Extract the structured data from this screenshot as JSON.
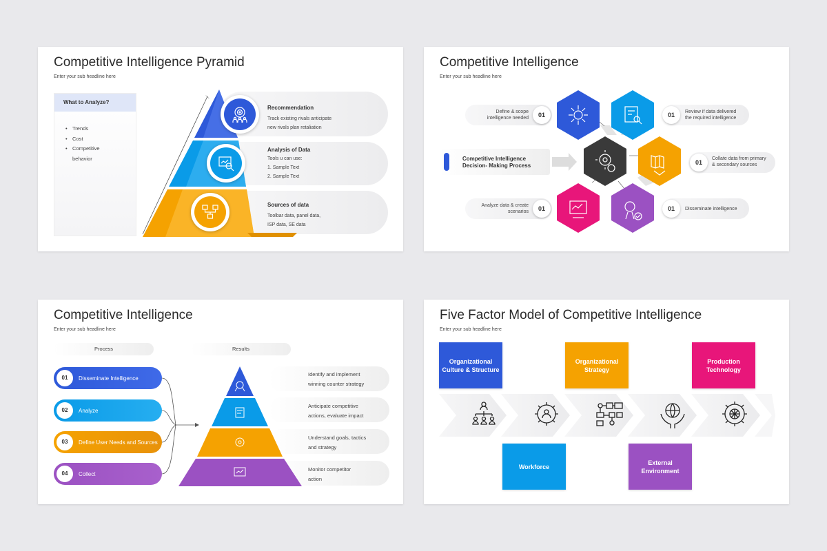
{
  "slide1": {
    "title": "Competitive Intelligence Pyramid",
    "subtitle": "Enter your sub headline here",
    "panel_title": "What to Analyze?",
    "panel_items": [
      "Trends",
      "Cost",
      "Competitive behavior"
    ],
    "tiers": [
      {
        "heading": "Recommendation",
        "lines": [
          "Track existing rivals anticipate",
          "new rivals plan retaliation"
        ],
        "icon": "team-target-icon",
        "color": "#2e59d9"
      },
      {
        "heading": "Analysis of Data",
        "lines": [
          "Tools u can use:",
          "1. Sample Text",
          "2. Sample Text"
        ],
        "icon": "data-analysis-icon",
        "color": "#0a9be8"
      },
      {
        "heading": "Sources of data",
        "lines": [
          "Toolbar data, panel data,",
          "ISP data, SE data"
        ],
        "icon": "network-sources-icon",
        "color": "#f5a201"
      }
    ]
  },
  "slide2": {
    "title": "Competitive Intelligence",
    "subtitle": "Enter your sub headline here",
    "center_label": "Competitive Intelligence Decision- Making Process",
    "center_label_lines": [
      "Competitive Intelligence",
      "Decision- Making Process"
    ],
    "steps": [
      {
        "number": "01",
        "lines": [
          "Define & scope",
          "intelligence needed"
        ]
      },
      {
        "number": "01",
        "lines": [
          "Review if data delivered",
          "the required intelligence"
        ]
      },
      {
        "number": "01",
        "lines": [
          "Collate data from primary",
          "& secondary sources"
        ]
      },
      {
        "number": "01",
        "lines": [
          "Analyze data & create",
          "scenarios"
        ]
      },
      {
        "number": "01",
        "lines": [
          "Disseminate intelligence"
        ]
      }
    ],
    "hex_colors": {
      "blue": "#2e59d9",
      "cyan": "#0a9be8",
      "orange": "#f5a201",
      "pink": "#e8167a",
      "purple": "#9b51c2",
      "dark": "#3a3a3a"
    }
  },
  "slide3": {
    "title": "Competitive Intelligence",
    "subtitle": "Enter your sub headline here",
    "process_label": "Process",
    "results_label": "Results",
    "steps": [
      {
        "number": "01",
        "label": "Disseminate Intelligence",
        "color": "#2e59d9"
      },
      {
        "number": "02",
        "label": "Analyze",
        "color": "#0a9be8"
      },
      {
        "number": "03",
        "label": "Define User Needs and Sources",
        "color": "#f5a201"
      },
      {
        "number": "04",
        "label": "Collect",
        "color": "#9b51c2"
      }
    ],
    "results": [
      {
        "lines": [
          "Identify and implement",
          "winning counter strategy"
        ]
      },
      {
        "lines": [
          "Anticipate competitive",
          "actions, evaluate impact"
        ]
      },
      {
        "lines": [
          "Understand goals, tactics",
          "and strategy"
        ]
      },
      {
        "lines": [
          "Monitor competitor",
          "action"
        ]
      }
    ]
  },
  "slide4": {
    "title": "Five Factor Model of Competitive Intelligence",
    "subtitle": "Enter your sub headline here",
    "factors": [
      {
        "label": "Organizational Culture & Structure",
        "color": "#2e59d9"
      },
      {
        "label": "Organizational Strategy",
        "color": "#f5a201"
      },
      {
        "label": "Production Technology",
        "color": "#e8167a"
      },
      {
        "label": "Workforce",
        "color": "#0a9be8"
      },
      {
        "label": "External Environment",
        "color": "#9b51c2"
      }
    ],
    "icons": [
      "org-chart-icon",
      "gear-people-icon",
      "flowchart-icon",
      "globe-hands-icon",
      "gear-network-icon"
    ]
  }
}
